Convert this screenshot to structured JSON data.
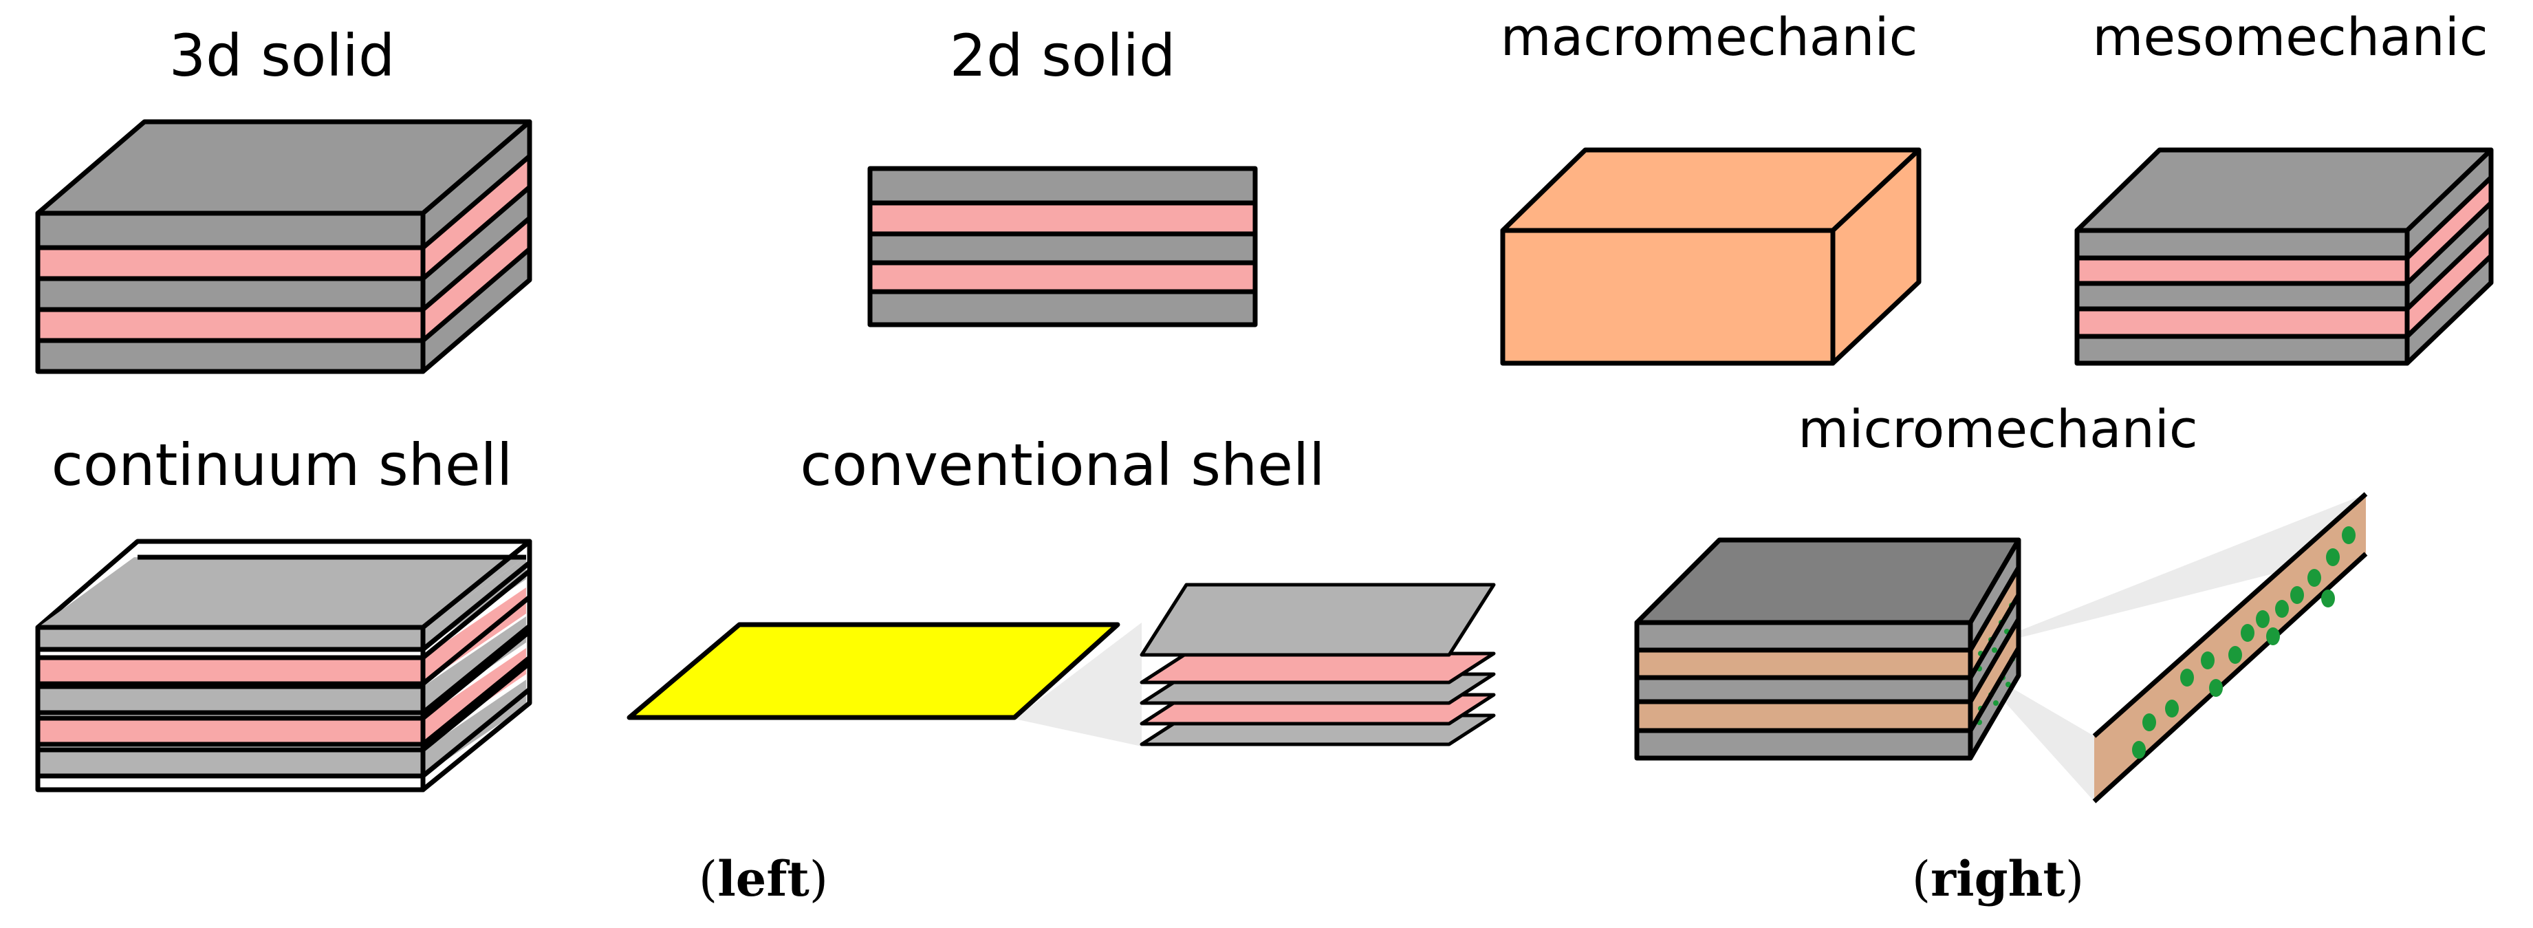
{
  "labels": {
    "solid_3d": "3d solid",
    "solid_2d": "2d solid",
    "continuum_shell": "continuum shell",
    "conventional_shell": "conventional shell",
    "macromechanic": "macromechanic",
    "mesomechanic": "mesomechanic",
    "micromechanic": "micromechanic"
  },
  "captions": {
    "left_open": "(",
    "left": "left",
    "left_close": ")",
    "right_open": "(",
    "right": "right",
    "right_close": ")"
  },
  "colors": {
    "grey_layer": "#999999",
    "light_grey_layer": "#b3b3b3",
    "pink_layer": "#f8a8a8",
    "orange_block": "#ffb384",
    "tan_layer": "#d9aa88",
    "yellow_plate": "#ffff00",
    "fiber_green": "#1a9a3a"
  }
}
